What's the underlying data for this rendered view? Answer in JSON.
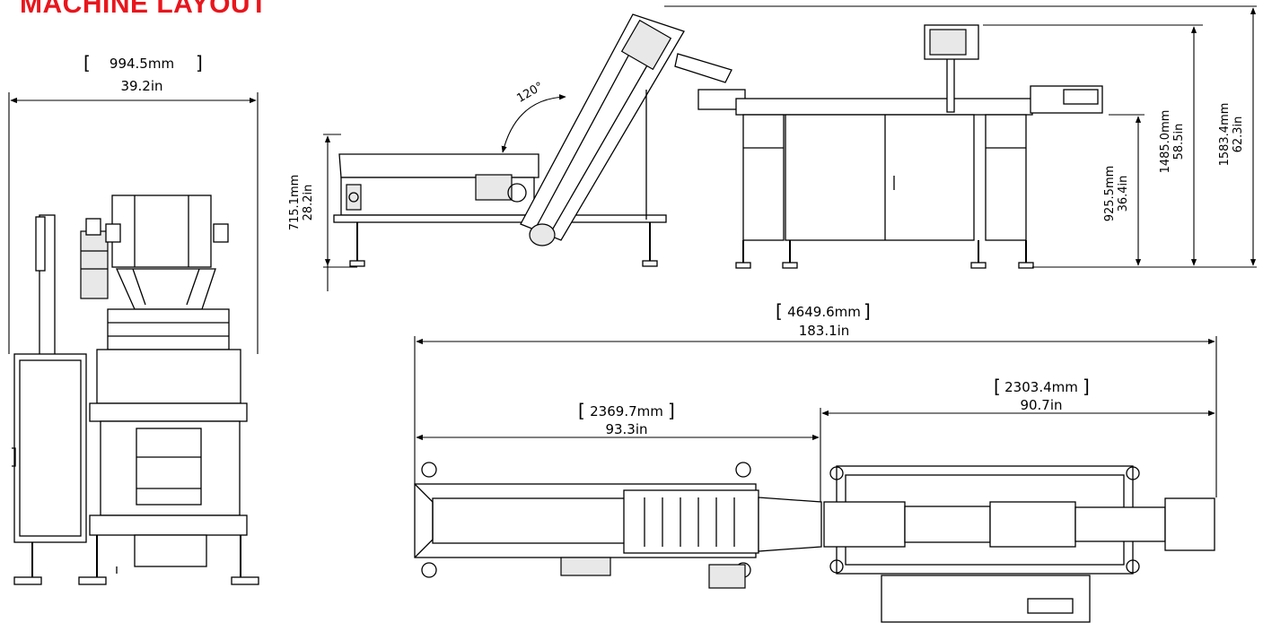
{
  "title": "MACHINE LAYOUT",
  "title_color": "#e8161d",
  "front_view": {
    "width_mm": "994.5mm",
    "width_in": "39.2in"
  },
  "side_view": {
    "angle": "120°",
    "infeed_height_mm": "715.1mm",
    "infeed_height_in": "28.2in",
    "table_height_mm": "925.5mm",
    "table_height_in": "36.4in",
    "display_height_mm": "1485.0mm",
    "display_height_in": "58.5in",
    "total_height_mm": "1583.4mm",
    "total_height_in": "62.3in"
  },
  "top_view": {
    "total_length_mm": "4649.6mm",
    "total_length_in": "183.1in",
    "feeder_length_mm": "2369.7mm",
    "feeder_length_in": "93.3in",
    "machine_length_mm": "2303.4mm",
    "machine_length_in": "90.7in"
  }
}
